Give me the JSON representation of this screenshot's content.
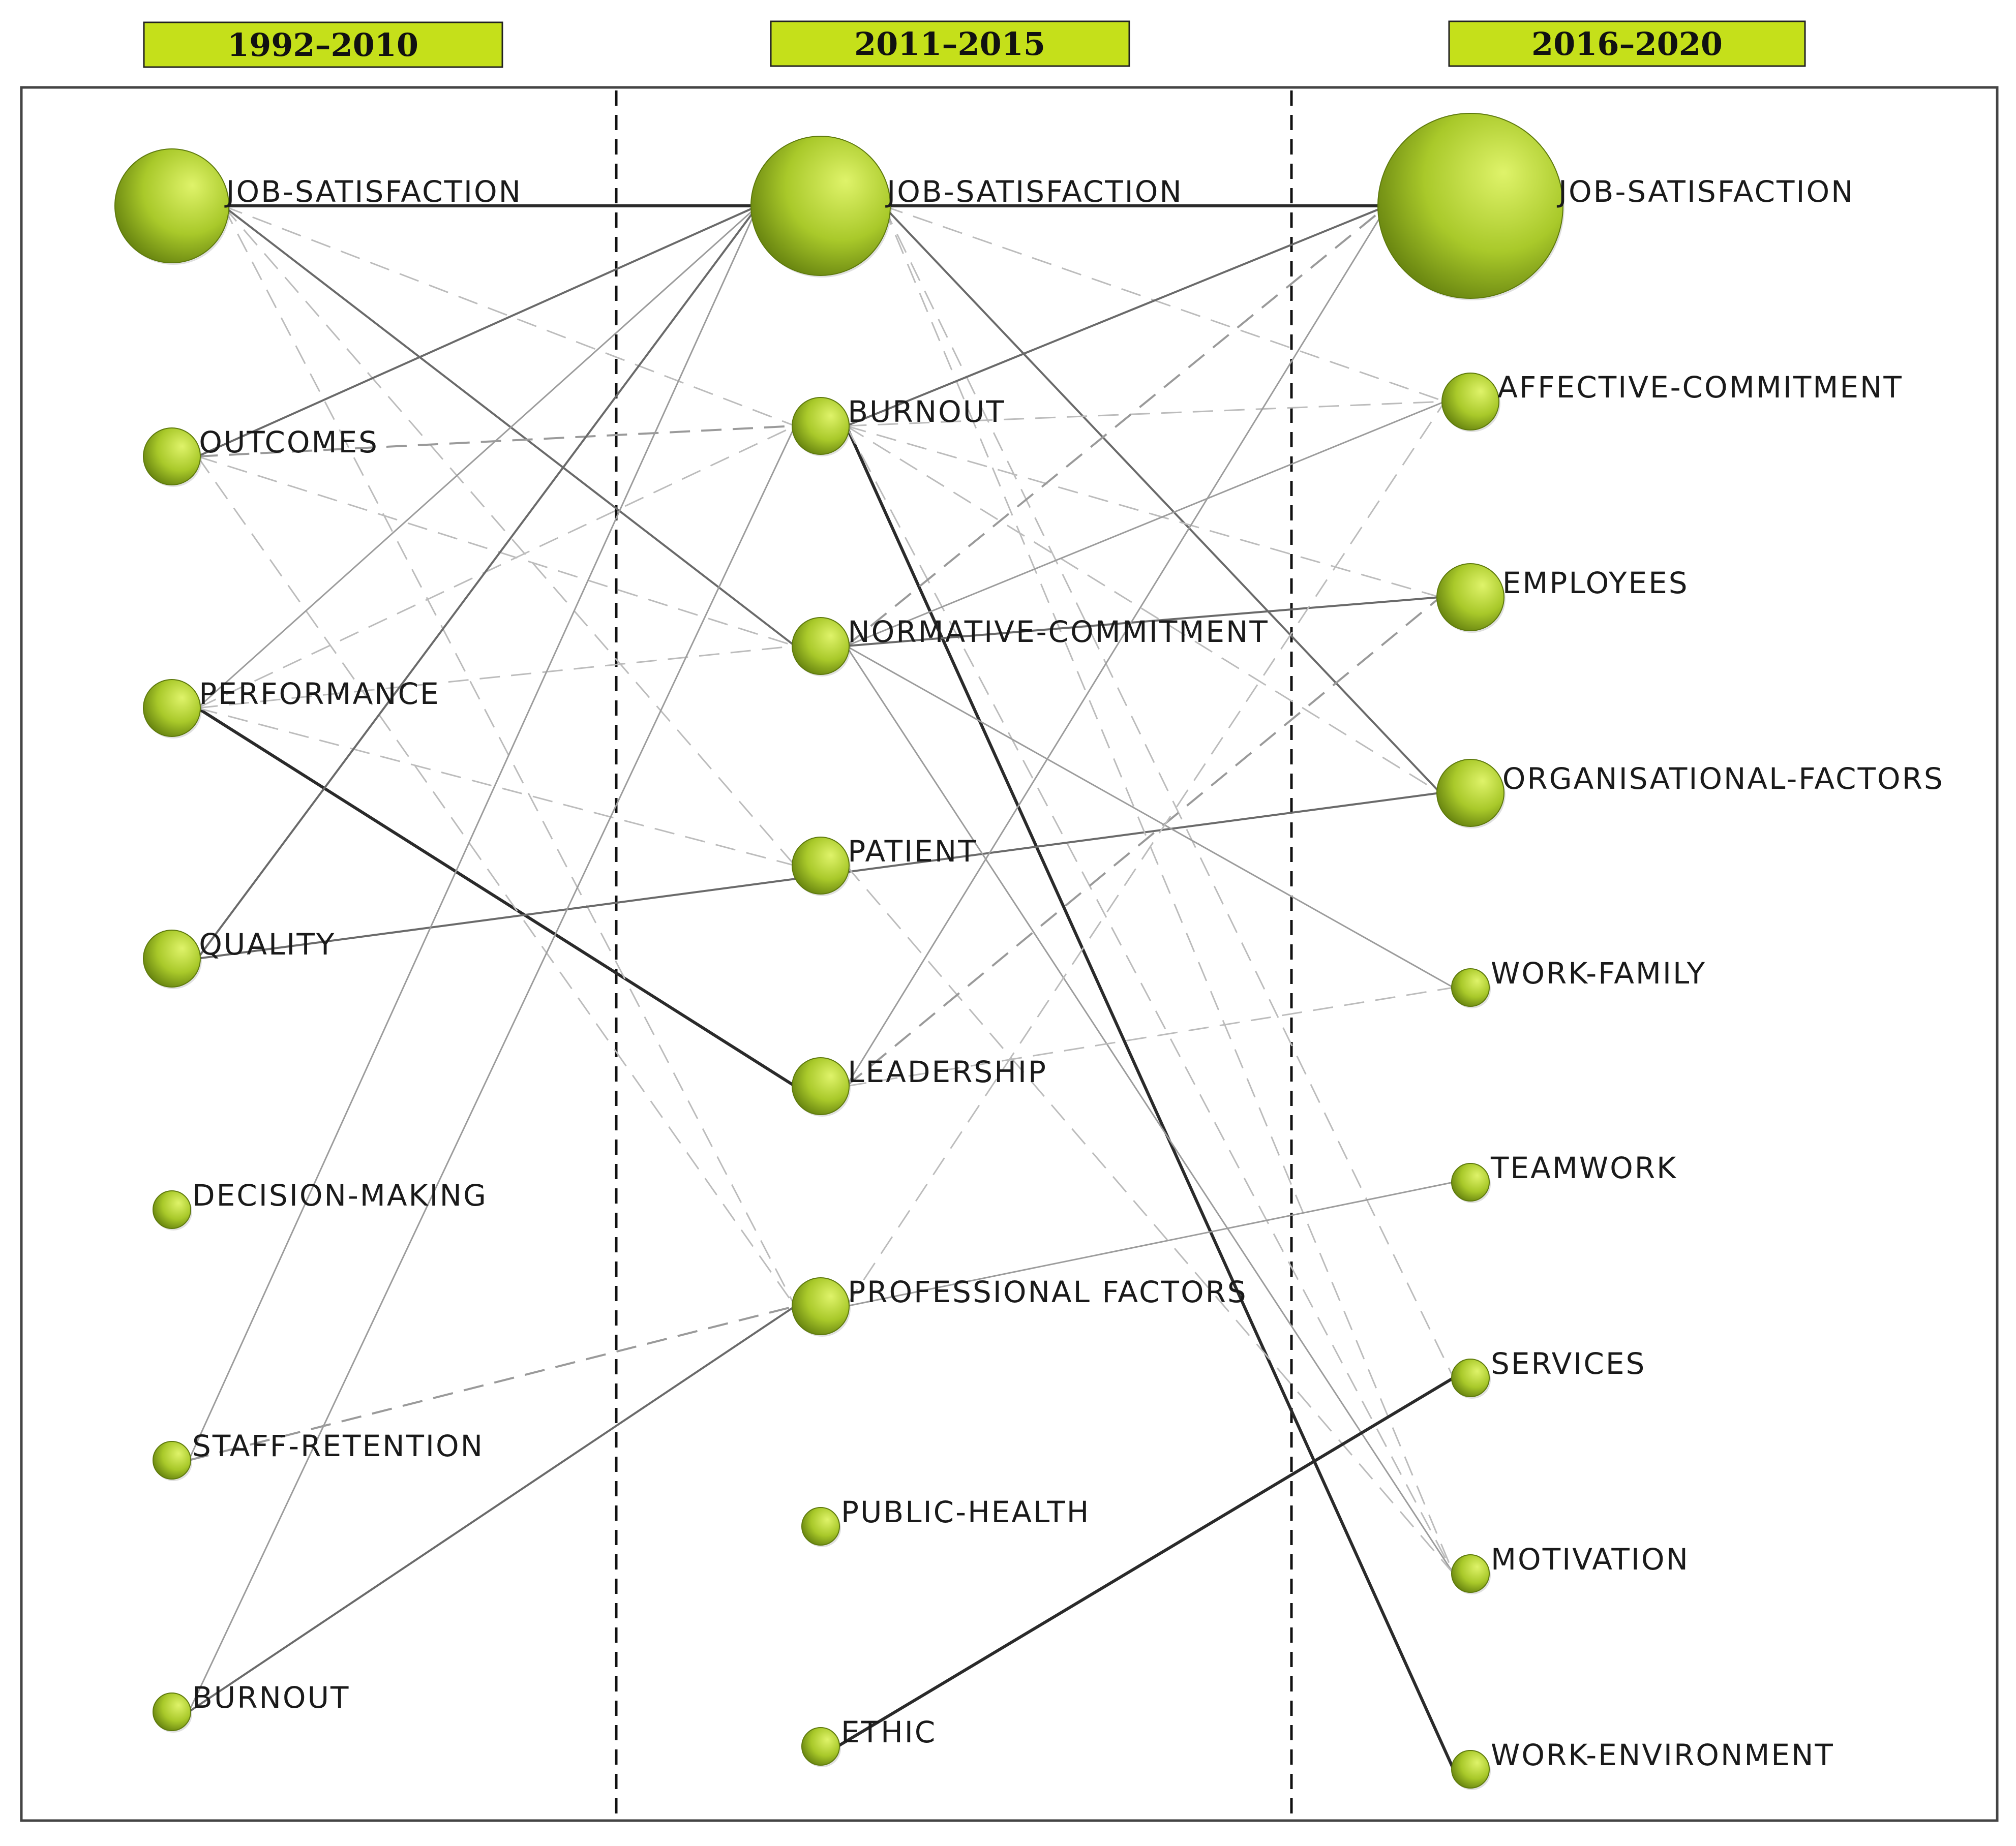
{
  "periods": [
    {
      "label": "1992–2010"
    },
    {
      "label": "2011–2015"
    },
    {
      "label": "2016–2020"
    }
  ],
  "colors": {
    "period_fill": "#c5e01a",
    "node_light": "#dff36a",
    "node_mid": "#a9c92a",
    "node_dark": "#5e7a0c",
    "solid_edge": "#6a6a6a",
    "dashed_edge": "#9a9a9a"
  },
  "nodes": [
    {
      "id": "p1-job-satisfaction",
      "label": "JOB-SATISFACTION",
      "period": 0,
      "size": "large"
    },
    {
      "id": "p1-outcomes",
      "label": "OUTCOMES",
      "period": 0,
      "size": "small"
    },
    {
      "id": "p1-performance",
      "label": "PERFORMANCE",
      "period": 0,
      "size": "small"
    },
    {
      "id": "p1-quality",
      "label": "QUALITY",
      "period": 0,
      "size": "small"
    },
    {
      "id": "p1-decision-making",
      "label": "DECISION-MAKING",
      "period": 0,
      "size": "tiny"
    },
    {
      "id": "p1-staff-retention",
      "label": "STAFF-RETENTION",
      "period": 0,
      "size": "tiny"
    },
    {
      "id": "p1-burnout",
      "label": "BURNOUT",
      "period": 0,
      "size": "tiny"
    },
    {
      "id": "p2-job-satisfaction",
      "label": "JOB-SATISFACTION",
      "period": 1,
      "size": "xlarge"
    },
    {
      "id": "p2-burnout",
      "label": "BURNOUT",
      "period": 1,
      "size": "small"
    },
    {
      "id": "p2-normative-commitment",
      "label": "NORMATIVE-COMMITMENT",
      "period": 1,
      "size": "small"
    },
    {
      "id": "p2-patient",
      "label": "PATIENT",
      "period": 1,
      "size": "small"
    },
    {
      "id": "p2-leadership",
      "label": "LEADERSHIP",
      "period": 1,
      "size": "small"
    },
    {
      "id": "p2-professional-factors",
      "label": "PROFESSIONAL FACTORS",
      "period": 1,
      "size": "small"
    },
    {
      "id": "p2-public-health",
      "label": "PUBLIC-HEALTH",
      "period": 1,
      "size": "tiny"
    },
    {
      "id": "p2-ethic",
      "label": "ETHIC",
      "period": 1,
      "size": "tiny"
    },
    {
      "id": "p3-job-satisfaction",
      "label": "JOB-SATISFACTION",
      "period": 2,
      "size": "xxlarge"
    },
    {
      "id": "p3-affective-commitment",
      "label": "AFFECTIVE-COMMITMENT",
      "period": 2,
      "size": "small"
    },
    {
      "id": "p3-employees",
      "label": "EMPLOYEES",
      "period": 2,
      "size": "medium"
    },
    {
      "id": "p3-organisational-factors",
      "label": "ORGANISATIONAL-FACTORS",
      "period": 2,
      "size": "medium"
    },
    {
      "id": "p3-work-family",
      "label": "WORK-FAMILY",
      "period": 2,
      "size": "tiny"
    },
    {
      "id": "p3-teamwork",
      "label": "TEAMWORK",
      "period": 2,
      "size": "tiny"
    },
    {
      "id": "p3-services",
      "label": "SERVICES",
      "period": 2,
      "size": "tiny"
    },
    {
      "id": "p3-motivation",
      "label": "MOTIVATION",
      "period": 2,
      "size": "tiny"
    },
    {
      "id": "p3-work-environment",
      "label": "WORK-ENVIRONMENT",
      "period": 2,
      "size": "tiny"
    }
  ],
  "edges": [
    {
      "from": "p1-job-satisfaction",
      "to": "p2-job-satisfaction",
      "style": "solid",
      "weight": "heavy"
    },
    {
      "from": "p2-job-satisfaction",
      "to": "p3-job-satisfaction",
      "style": "solid",
      "weight": "heavy"
    },
    {
      "from": "p1-performance",
      "to": "p2-leadership",
      "style": "solid",
      "weight": "heavy"
    },
    {
      "from": "p2-burnout",
      "to": "p3-work-environment",
      "style": "solid",
      "weight": "heavy"
    },
    {
      "from": "p1-job-satisfaction",
      "to": "p2-normative-commitment",
      "style": "solid",
      "weight": "medium"
    },
    {
      "from": "p1-job-satisfaction",
      "to": "p2-burnout",
      "style": "dashed",
      "weight": "light"
    },
    {
      "from": "p1-job-satisfaction",
      "to": "p2-patient",
      "style": "dashed",
      "weight": "light"
    },
    {
      "from": "p1-job-satisfaction",
      "to": "p2-professional-factors",
      "style": "dashed",
      "weight": "light"
    },
    {
      "from": "p1-outcomes",
      "to": "p2-job-satisfaction",
      "style": "solid",
      "weight": "medium"
    },
    {
      "from": "p1-outcomes",
      "to": "p2-burnout",
      "style": "dashed",
      "weight": "medium"
    },
    {
      "from": "p1-outcomes",
      "to": "p2-normative-commitment",
      "style": "dashed",
      "weight": "light"
    },
    {
      "from": "p1-outcomes",
      "to": "p2-professional-factors",
      "style": "dashed",
      "weight": "light"
    },
    {
      "from": "p1-performance",
      "to": "p2-job-satisfaction",
      "style": "solid",
      "weight": "light"
    },
    {
      "from": "p1-performance",
      "to": "p2-burnout",
      "style": "dashed",
      "weight": "light"
    },
    {
      "from": "p1-performance",
      "to": "p2-normative-commitment",
      "style": "dashed",
      "weight": "light"
    },
    {
      "from": "p1-performance",
      "to": "p2-patient",
      "style": "dashed",
      "weight": "light"
    },
    {
      "from": "p1-quality",
      "to": "p2-job-satisfaction",
      "style": "solid",
      "weight": "medium"
    },
    {
      "from": "p1-quality",
      "to": "p3-organisational-factors",
      "style": "solid",
      "weight": "medium"
    },
    {
      "from": "p1-staff-retention",
      "to": "p2-job-satisfaction",
      "style": "solid",
      "weight": "light"
    },
    {
      "from": "p1-staff-retention",
      "to": "p2-professional-factors",
      "style": "dashed",
      "weight": "medium"
    },
    {
      "from": "p1-burnout",
      "to": "p2-burnout",
      "style": "solid",
      "weight": "light"
    },
    {
      "from": "p1-burnout",
      "to": "p2-professional-factors",
      "style": "solid",
      "weight": "medium"
    },
    {
      "from": "p2-job-satisfaction",
      "to": "p3-affective-commitment",
      "style": "dashed",
      "weight": "light"
    },
    {
      "from": "p2-job-satisfaction",
      "to": "p3-organisational-factors",
      "style": "solid",
      "weight": "medium"
    },
    {
      "from": "p2-job-satisfaction",
      "to": "p3-services",
      "style": "dashed",
      "weight": "light"
    },
    {
      "from": "p2-job-satisfaction",
      "to": "p3-motivation",
      "style": "dashed",
      "weight": "light"
    },
    {
      "from": "p2-burnout",
      "to": "p3-job-satisfaction",
      "style": "solid",
      "weight": "medium"
    },
    {
      "from": "p2-burnout",
      "to": "p3-affective-commitment",
      "style": "dashed",
      "weight": "light"
    },
    {
      "from": "p2-burnout",
      "to": "p3-employees",
      "style": "dashed",
      "weight": "light"
    },
    {
      "from": "p2-burnout",
      "to": "p3-organisational-factors",
      "style": "dashed",
      "weight": "light"
    },
    {
      "from": "p2-burnout",
      "to": "p3-motivation",
      "style": "dashed",
      "weight": "light"
    },
    {
      "from": "p2-normative-commitment",
      "to": "p3-job-satisfaction",
      "style": "dashed",
      "weight": "medium"
    },
    {
      "from": "p2-normative-commitment",
      "to": "p3-affective-commitment",
      "style": "solid",
      "weight": "light"
    },
    {
      "from": "p2-normative-commitment",
      "to": "p3-employees",
      "style": "solid",
      "weight": "medium"
    },
    {
      "from": "p2-normative-commitment",
      "to": "p3-work-family",
      "style": "solid",
      "weight": "light"
    },
    {
      "from": "p2-normative-commitment",
      "to": "p3-motivation",
      "style": "solid",
      "weight": "light"
    },
    {
      "from": "p2-patient",
      "to": "p3-motivation",
      "style": "dashed",
      "weight": "light"
    },
    {
      "from": "p2-leadership",
      "to": "p3-job-satisfaction",
      "style": "solid",
      "weight": "light"
    },
    {
      "from": "p2-leadership",
      "to": "p3-employees",
      "style": "dashed",
      "weight": "medium"
    },
    {
      "from": "p2-leadership",
      "to": "p3-work-family",
      "style": "dashed",
      "weight": "light"
    },
    {
      "from": "p2-professional-factors",
      "to": "p3-affective-commitment",
      "style": "dashed",
      "weight": "light"
    },
    {
      "from": "p2-professional-factors",
      "to": "p3-teamwork",
      "style": "solid",
      "weight": "light"
    },
    {
      "from": "p2-ethic",
      "to": "p3-services",
      "style": "solid",
      "weight": "heavy"
    }
  ]
}
